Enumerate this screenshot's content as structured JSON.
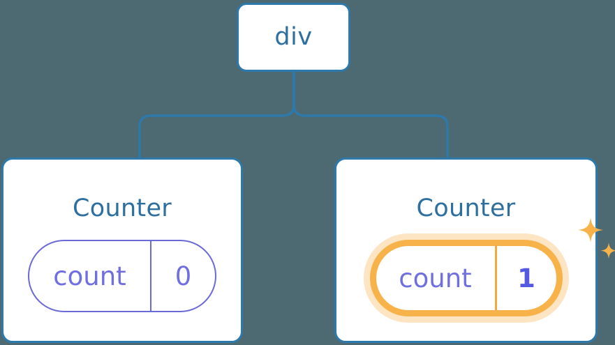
{
  "diagram": {
    "type": "component-tree",
    "background_color": "#4d6a73",
    "accent_blue": "#2e79ab",
    "accent_purple": "#6f6fe0",
    "accent_orange": "#f7b34a",
    "root": {
      "label": "div"
    },
    "children": [
      {
        "title": "Counter",
        "state": {
          "key": "count",
          "value": "0",
          "highlighted": false
        }
      },
      {
        "title": "Counter",
        "state": {
          "key": "count",
          "value": "1",
          "highlighted": true
        },
        "decorations": [
          "sparkle-large-icon",
          "sparkle-small-icon"
        ]
      }
    ],
    "edges": [
      {
        "from": "div",
        "to": "Counter (left)"
      },
      {
        "from": "div",
        "to": "Counter (right)"
      }
    ]
  }
}
